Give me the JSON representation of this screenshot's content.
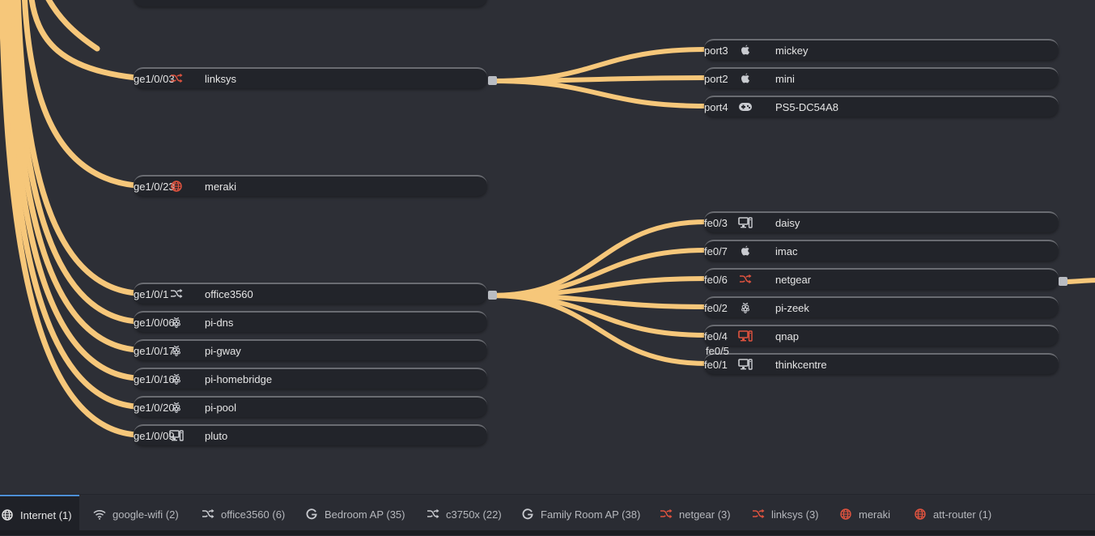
{
  "colors": {
    "link": "#f6c77a",
    "icon_gray": "#c9cbd0",
    "icon_red": "#e0533f",
    "tab_active_accent": "#4d8fd6"
  },
  "left_nodes": [
    {
      "port": "ge1/0/03",
      "icon": "shuffle-switch-icon",
      "icon_color": "red",
      "name": "linksys"
    },
    {
      "port": "ge1/0/23",
      "icon": "globe-icon",
      "icon_color": "red",
      "name": "meraki"
    },
    {
      "port": "ge1/0/1",
      "icon": "shuffle-switch-icon",
      "icon_color": "gray",
      "name": "office3560"
    },
    {
      "port": "ge1/0/06",
      "icon": "raspberry-pi-icon",
      "icon_color": "gray",
      "name": "pi-dns"
    },
    {
      "port": "ge1/0/17",
      "icon": "raspberry-pi-icon",
      "icon_color": "gray",
      "name": "pi-gway"
    },
    {
      "port": "ge1/0/16",
      "icon": "raspberry-pi-icon",
      "icon_color": "gray",
      "name": "pi-homebridge"
    },
    {
      "port": "ge1/0/20",
      "icon": "raspberry-pi-icon",
      "icon_color": "gray",
      "name": "pi-pool"
    },
    {
      "port": "ge1/0/09",
      "icon": "desktop-computer-icon",
      "icon_color": "gray",
      "name": "pluto"
    }
  ],
  "right_nodes": [
    {
      "port": "port3",
      "icon": "apple-icon",
      "icon_color": "gray",
      "name": "mickey"
    },
    {
      "port": "port2",
      "icon": "apple-icon",
      "icon_color": "gray",
      "name": "mini"
    },
    {
      "port": "port4",
      "icon": "gamepad-icon",
      "icon_color": "gray",
      "name": "PS5-DC54A8"
    },
    {
      "port": "fe0/3",
      "icon": "desktop-computer-icon",
      "icon_color": "gray",
      "name": "daisy"
    },
    {
      "port": "fe0/7",
      "icon": "apple-icon",
      "icon_color": "gray",
      "name": "imac"
    },
    {
      "port": "fe0/6",
      "icon": "shuffle-switch-icon",
      "icon_color": "red",
      "name": "netgear"
    },
    {
      "port": "fe0/2",
      "icon": "raspberry-pi-icon",
      "icon_color": "gray",
      "name": "pi-zeek"
    },
    {
      "port": "fe0/4",
      "icon": "desktop-computer-icon",
      "icon_color": "red",
      "name": "qnap"
    },
    {
      "port": "fe0/1",
      "icon": "desktop-computer-icon",
      "icon_color": "gray",
      "name": "thinkcentre"
    }
  ],
  "extra_port_label": "fe0/5",
  "tabs": [
    {
      "label": "Internet (1)",
      "icon": "globe-icon",
      "icon_color": "gray",
      "active": true
    },
    {
      "label": "google-wifi (2)",
      "icon": "wifi-icon",
      "icon_color": "gray",
      "active": false
    },
    {
      "label": "office3560 (6)",
      "icon": "shuffle-switch-icon",
      "icon_color": "gray",
      "active": false
    },
    {
      "label": "Bedroom AP (35)",
      "icon": "google-g-icon",
      "icon_color": "gray",
      "active": false
    },
    {
      "label": "c3750x (22)",
      "icon": "shuffle-switch-icon",
      "icon_color": "gray",
      "active": false
    },
    {
      "label": "Family Room AP (38)",
      "icon": "google-g-icon",
      "icon_color": "gray",
      "active": false
    },
    {
      "label": "netgear (3)",
      "icon": "shuffle-switch-icon",
      "icon_color": "red",
      "active": false
    },
    {
      "label": "linksys (3)",
      "icon": "shuffle-switch-icon",
      "icon_color": "red",
      "active": false
    },
    {
      "label": "meraki",
      "icon": "globe-icon",
      "icon_color": "red",
      "active": false
    },
    {
      "label": "att-router (1)",
      "icon": "globe-icon",
      "icon_color": "red",
      "active": false
    }
  ]
}
